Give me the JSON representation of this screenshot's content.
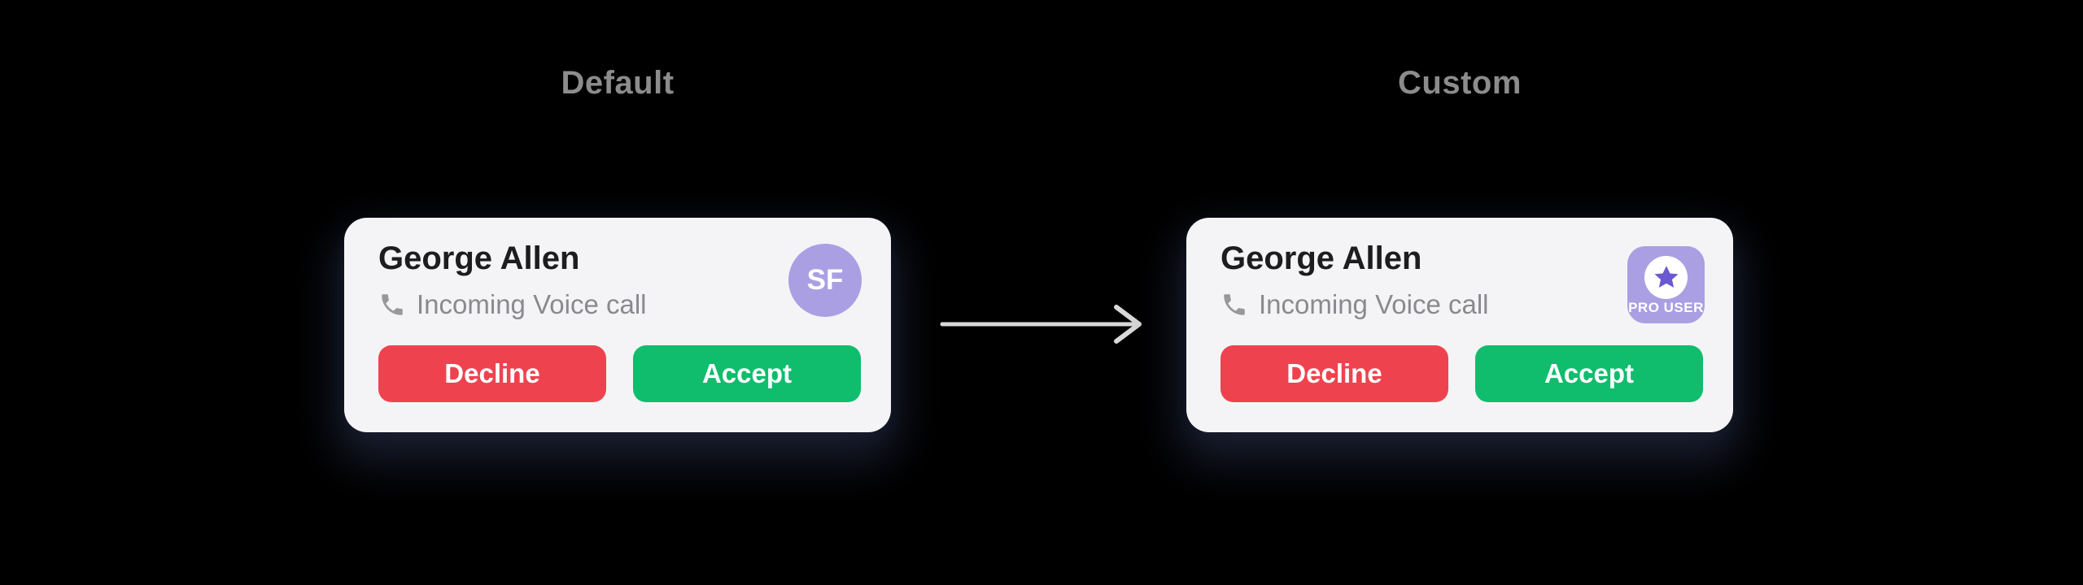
{
  "sections": [
    {
      "label": "Default"
    },
    {
      "label": "Custom"
    }
  ],
  "cards": [
    {
      "name": "George Allen",
      "subtitle": "Incoming Voice call",
      "decline_label": "Decline",
      "accept_label": "Accept",
      "avatar_initials": "SF"
    },
    {
      "name": "George Allen",
      "subtitle": "Incoming Voice call",
      "decline_label": "Decline",
      "accept_label": "Accept",
      "badge_label": "PRO USER"
    }
  ],
  "icons": {
    "phone": "phone-handset",
    "star": "star"
  },
  "colors": {
    "page_background": "#000000",
    "card_background": "#f4f4f6",
    "title_text": "#1d1d1f",
    "subtitle_text": "#8a8a8e",
    "section_label_text": "#8c8c8c",
    "decline_red": "#ee434f",
    "accept_green": "#0fbd6d",
    "avatar_purple": "#ab9fe3",
    "star_purple": "#6b59d3",
    "arrow_gray": "#d9d9d9"
  }
}
